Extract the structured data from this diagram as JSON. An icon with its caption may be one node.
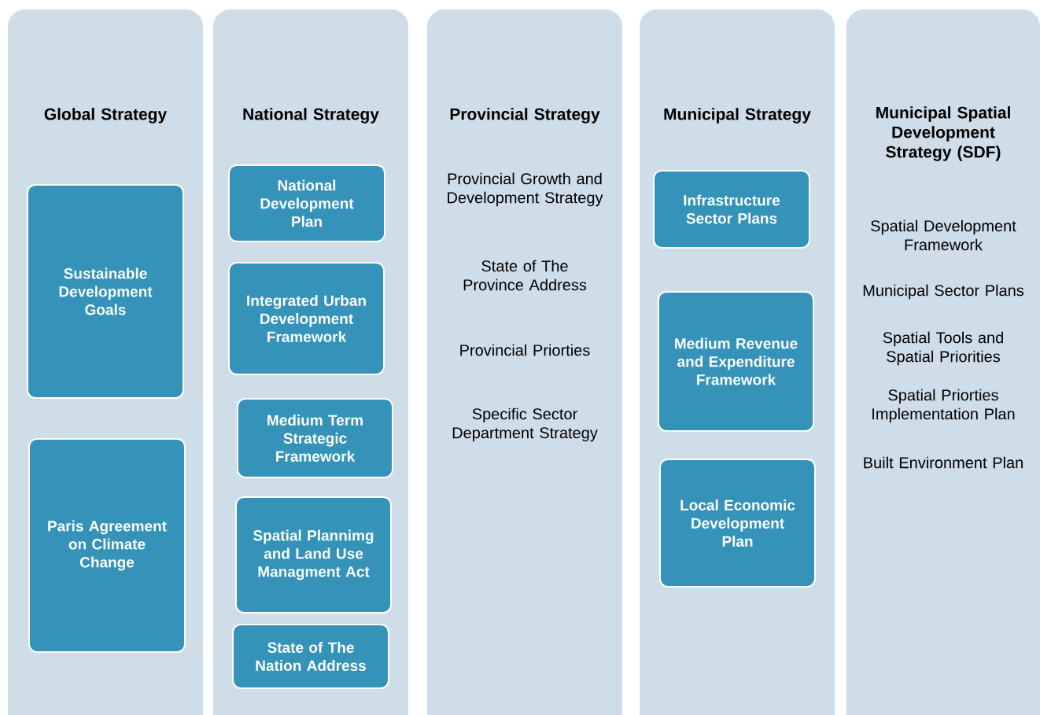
{
  "diagram": {
    "nodes": [
      {
        "text": [
          "Global Strategy"
        ]
      },
      {
        "text": [
          "Sustainable Development Goals"
        ],
        "in": 0
      },
      {
        "text": [
          "Paris Agreement on Climate Change"
        ],
        "in": 0
      },
      {
        "text": [
          "National Strategy"
        ]
      },
      {
        "text": [
          "National Development Plan"
        ],
        "in": 3
      },
      {
        "text": [
          "Integrated Urban Development Framework"
        ],
        "in": 3
      },
      {
        "text": [
          "Medium Term Strategic Framework"
        ],
        "in": 3
      },
      {
        "text": [
          "Spatial Plannimg and Land Use Managment Act"
        ],
        "in": 3
      },
      {
        "text": [
          "State of The Nation Address"
        ],
        "in": 3
      },
      {
        "text": [
          "Provincial Strategy",
          "Provincial Growth and Development Strategy",
          "State of The Province Address",
          "Provincial Priorties",
          "Specific Sector Department Strategy"
        ]
      },
      {
        "text": [
          "Municipal Strategy"
        ]
      },
      {
        "text": [
          "Infrastructure Sector Plans"
        ],
        "in": 10
      },
      {
        "text": [
          "Medium Revenue and Expenditure Framework"
        ],
        "in": 10
      },
      {
        "text": [
          "Local Economic Development Plan"
        ],
        "in": 10
      },
      {
        "text": [
          "Municipal Spatial Development Strategy (SDF)",
          "Spatial Development Framework",
          "Municipal Sector Plans",
          "Spatial Tools and Spatial Priorities",
          "Spatial Priorties Implementation Plan",
          "Built Environment Plan"
        ]
      }
    ],
    "edges": []
  }
}
